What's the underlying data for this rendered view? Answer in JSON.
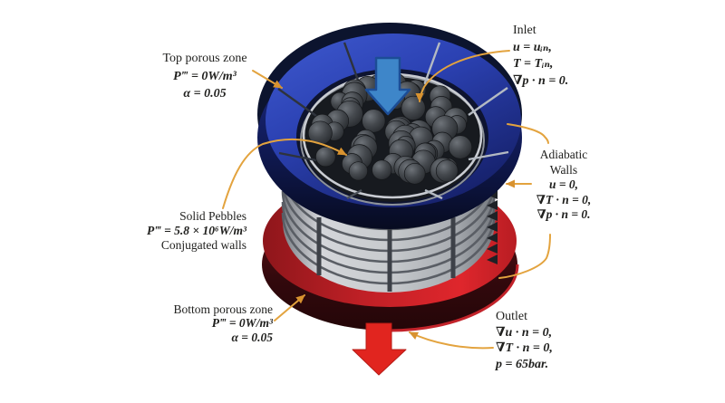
{
  "figure": {
    "title": "Pebble-bed cylinder boundary-condition diagram",
    "background": "#ffffff",
    "inlet_arrow_direction": "down",
    "outlet_arrow_direction": "down",
    "colors": {
      "top_ring_blue": "#2b41b2",
      "ring_dark_navy": "#0c142e",
      "inner_rim_silver": "#c6c9cf",
      "pebble_gray": "#3a3e43",
      "wall_gray": "#c7cacd",
      "wall_rib": "#5a5e65",
      "base_red": "#c42026",
      "base_maroon": "#3a0b0f",
      "inlet_arrow_blue": "#3e86c9",
      "outlet_arrow_red": "#e1251f",
      "leader_orange": "#e3a33e",
      "text": "#21211f"
    }
  },
  "labels": {
    "top_porous_zone": {
      "lines": [
        "Top porous zone",
        "P‴ = 0W/m³",
        "α = 0.05"
      ]
    },
    "inlet": {
      "lines": [
        "Inlet",
        "u = uᵢₙ,",
        "T = Tᵢₙ,",
        "∇p · n = 0."
      ]
    },
    "adiabatic_walls": {
      "lines": [
        "Adiabatic",
        "Walls",
        "u = 0,",
        "∇T · n = 0,",
        "∇p · n = 0."
      ]
    },
    "solid_pebbles": {
      "lines": [
        "Solid Pebbles",
        "P‴ = 5.8 × 10⁶W/m³",
        "Conjugated walls"
      ]
    },
    "bottom_porous_zone": {
      "lines": [
        "Bottom porous zone",
        "P‴ = 0W/m³",
        "α = 0.05"
      ]
    },
    "outlet": {
      "lines": [
        "Outlet",
        "∇u · n = 0,",
        "∇T · n = 0,",
        "p = 65bar."
      ]
    }
  }
}
